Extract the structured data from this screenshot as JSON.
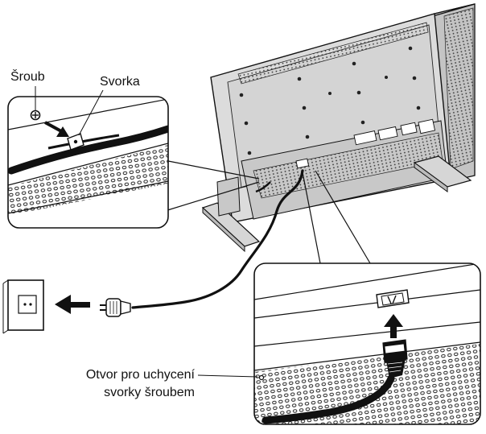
{
  "labels": {
    "screw": "Šroub",
    "clamp": "Svorka",
    "hole_line1": "Otvor pro uchycení",
    "hole_line2": "svorky šroubem"
  },
  "colors": {
    "ink": "#111111",
    "panel_face": "#d9d9d9",
    "panel_side": "#bdbdbd",
    "inset_bg": "#ffffff"
  },
  "icons": [
    "screw-icon",
    "clamp-icon",
    "wall-outlet-icon",
    "power-plug-icon",
    "arrow-left-icon",
    "arrow-up-icon",
    "power-connector-icon"
  ]
}
